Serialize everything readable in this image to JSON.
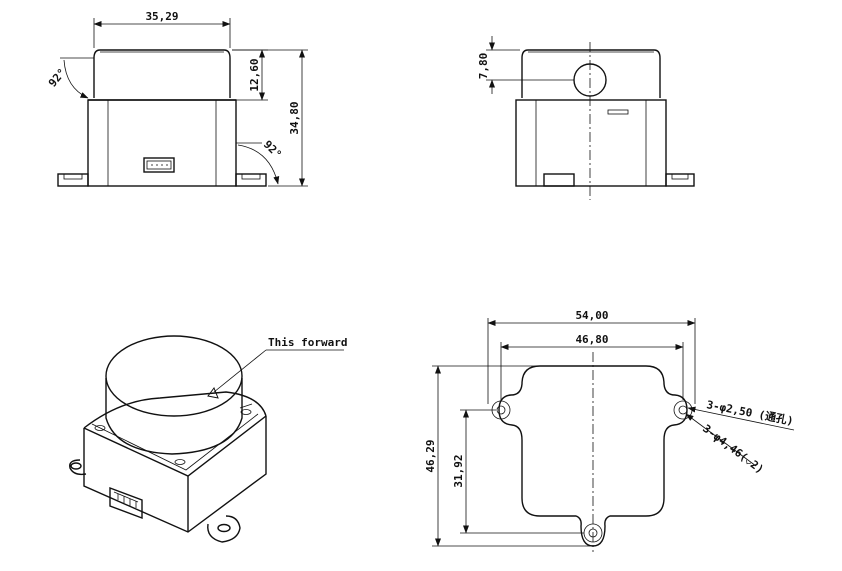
{
  "front_view": {
    "width_label": "35,29",
    "cap_height_label": "12,60",
    "total_height_label": "34,80",
    "angle_top_label": "92°",
    "angle_bottom_label": "92°"
  },
  "side_view": {
    "hole_height_label": "7,80"
  },
  "iso_view": {
    "forward_label": "This forward"
  },
  "bottom_view": {
    "outer_width_label": "54,00",
    "inner_width_label": "46,80",
    "outer_height_label": "46,29",
    "inner_height_label": "31,92",
    "through_hole_label": "3-φ2,50 (通孔)",
    "counterbore_label": "3-φ4,46(⌵2)"
  }
}
